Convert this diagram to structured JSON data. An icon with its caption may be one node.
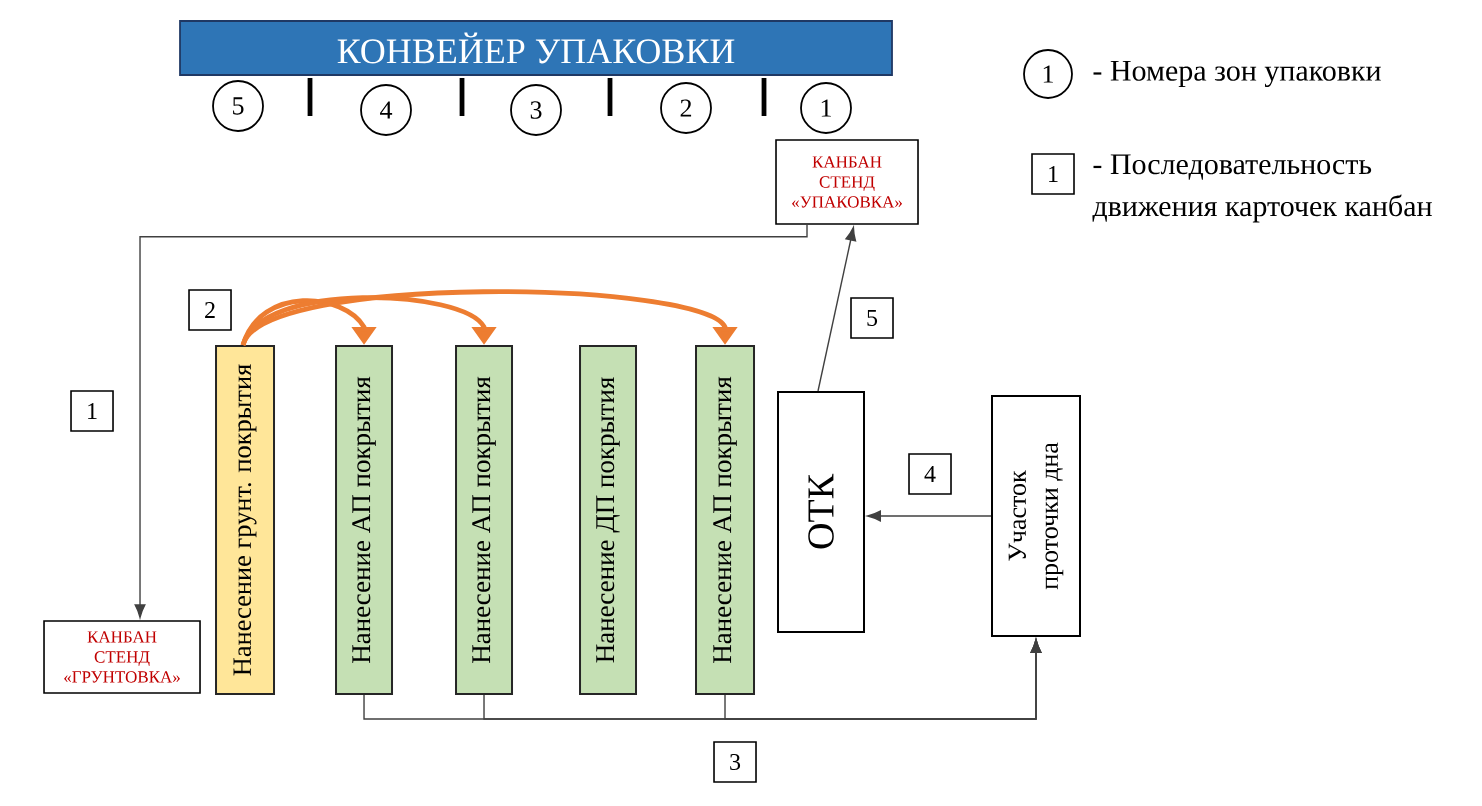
{
  "diagram": {
    "nodes": [
      {
        "text": [
          "КОНВЕЙЕР УПАКОВКИ"
        ]
      },
      {
        "text": [
          "5"
        ]
      },
      {
        "text": [
          "4"
        ]
      },
      {
        "text": [
          "3"
        ]
      },
      {
        "text": [
          "2"
        ]
      },
      {
        "text": [
          "1"
        ]
      },
      {
        "text": [
          "КАНБАН СТЕНД «УПАКОВКА»"
        ]
      },
      {
        "text": [
          "КАНБАН СТЕНД «ГРУНТОВКА»"
        ]
      },
      {
        "text": [
          "Нанесение грунт. покрытия"
        ]
      },
      {
        "text": [
          "Нанесение АП покрытия"
        ]
      },
      {
        "text": [
          "Нанесение АП покрытия"
        ]
      },
      {
        "text": [
          "Нанесение ДП покрытия"
        ]
      },
      {
        "text": [
          "Нанесение АП покрытия"
        ]
      },
      {
        "text": [
          "ОТК"
        ]
      },
      {
        "text": [
          "Участок проточки дна"
        ]
      }
    ],
    "edges": [
      {
        "from": 6,
        "to": 7,
        "arrow": "to",
        "label": "1"
      },
      {
        "from": 8,
        "to": 9,
        "arrow": "to",
        "label": "2",
        "style": "thick",
        "color": "#ed7d31"
      },
      {
        "from": 8,
        "to": 10,
        "arrow": "to",
        "style": "thick",
        "color": "#ed7d31"
      },
      {
        "from": 8,
        "to": 12,
        "arrow": "to",
        "style": "thick",
        "color": "#ed7d31"
      },
      {
        "from": 9,
        "to": 14,
        "arrow": "to"
      },
      {
        "from": 10,
        "to": 14,
        "arrow": "to"
      },
      {
        "from": 12,
        "to": 14,
        "arrow": "to",
        "label": "3"
      },
      {
        "from": 14,
        "to": 13,
        "arrow": "to",
        "label": "4"
      },
      {
        "from": 13,
        "to": 6,
        "arrow": "to",
        "label": "5"
      }
    ],
    "labels": [
      "1",
      "1"
    ],
    "legend": [
      {
        "text": "- Номера зон упаковки"
      },
      {
        "text": "- Последовательность движения карточек канбан"
      }
    ]
  }
}
